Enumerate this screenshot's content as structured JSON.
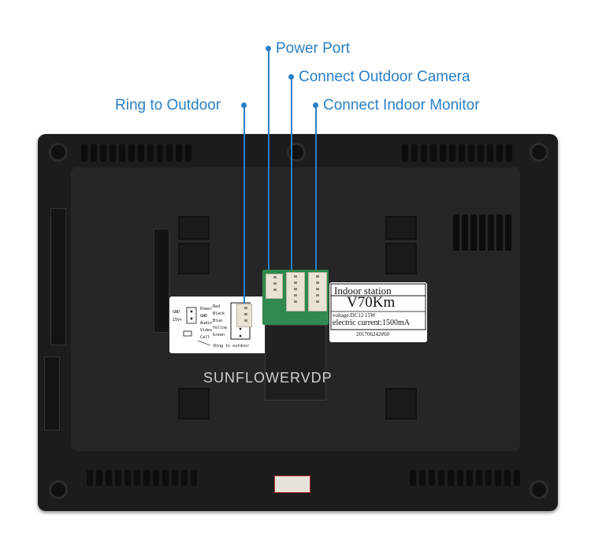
{
  "callouts": {
    "power_port": "Power Port",
    "outdoor_camera": "Connect Outdoor Camera",
    "ring_outdoor": "Ring to Outdoor",
    "indoor_monitor": "Connect Indoor Monitor"
  },
  "product_label": {
    "title": "Indoor station",
    "model": "V70Km",
    "voltage": "voltage:DC12  15W",
    "current": "electric current:1500mA",
    "serial": "201706242#60"
  },
  "wiring_sticker": {
    "gnd": "GND",
    "v15": "15V+",
    "power": "Power",
    "gnd2": "GND",
    "audio": "Audio",
    "video": "Video",
    "call": "Call",
    "red": "Red",
    "black": "Black",
    "blue": "Blue",
    "yellow": "Yellow",
    "green": "Green",
    "ring": "Ring to outdoor"
  },
  "brand": "SUNFLOWERVDP",
  "colors": {
    "accent": "#2a7fc4",
    "case": "#1c1c1e",
    "pcb": "#2f8a4f"
  }
}
